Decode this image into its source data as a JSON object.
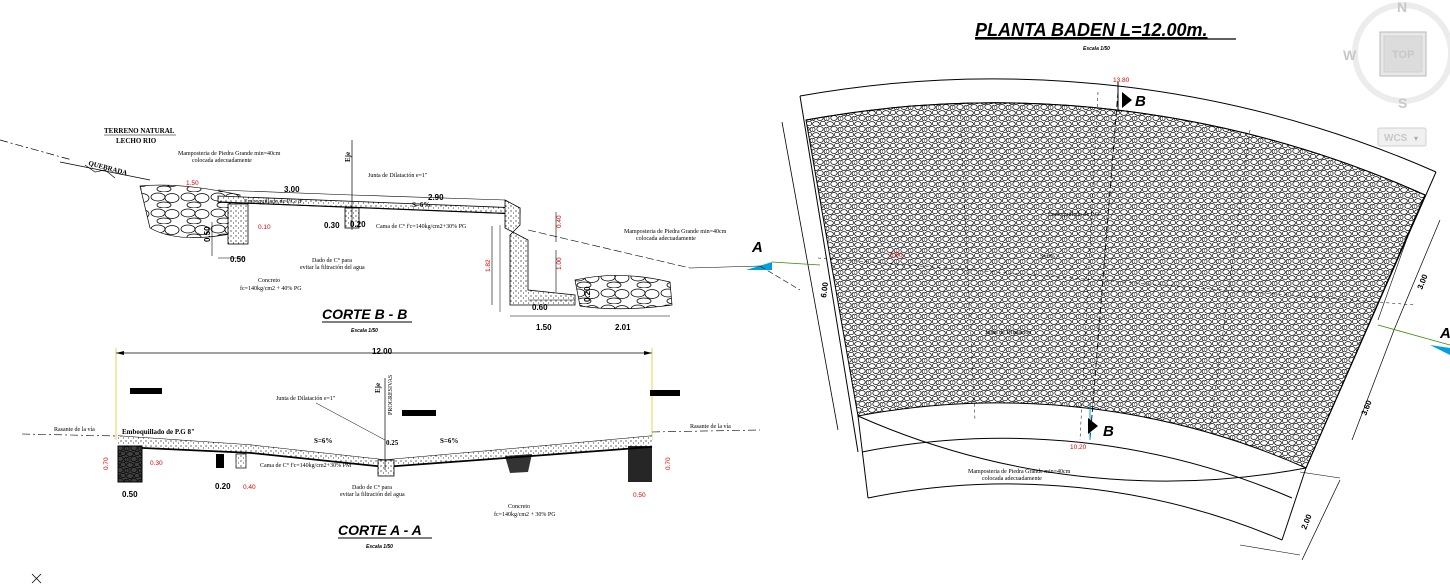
{
  "plan": {
    "title": "PLANTA BADEN L=12.00m.",
    "scale": "Escala 1/50",
    "dim_top": "13.80",
    "dim_bottom": "10.20",
    "dim_left": "6.00",
    "dim_right_a": "3.00",
    "dim_right_b": "3.60",
    "dim_corner": "2.00",
    "label_center": "6.00",
    "note": "Mamposteria de Piedra Grande min=40cm\ncolocada adecuadamente",
    "marker_b": "B",
    "marker_a": "A",
    "inner_a": "Emboquillado de P.G.",
    "inner_b": "Junta de Dilatación",
    "inner_c": "S=6%"
  },
  "section_b": {
    "title": "CORTE B - B",
    "scale": "Escala 1/50",
    "terreno": "TERRENO NATURAL",
    "lecho": "LECHO RIO",
    "quebrada": "QUEBRADA",
    "mamp_left": "Mamposteria de Piedra Grande min=40cm\ncolocada adecuadamente",
    "emboq": "Emboquillado de P.G. 8\"",
    "eje": "Eje",
    "junta": "Junta de Dilatación e=1\"",
    "slope1": "S=6%",
    "cama": "Cama de C° f'c=140kg/cm2+30% PG",
    "dado": "Dado de C° para\nevitar la filtración del agua",
    "concreto": "Concreto\nfc=140kg/cm2 + 40% PG",
    "mamp_right": "Mamposteria de Piedra Grande min=40cm\ncolocada adecuadamente",
    "marker": "A",
    "d_300": "3.00",
    "d_290": "2.90",
    "d_150": "1.50",
    "d_201": "2.01",
    "d_050": "0.50",
    "d_060": "0.60",
    "d_020": "0.20",
    "d_010": "0.10",
    "d_182": "1.82",
    "d_040": "0.40",
    "d_100": "1.00",
    "d_050b": "0.50",
    "d_020b": "0.20",
    "d_030": "0.30"
  },
  "section_a": {
    "title": "CORTE A - A",
    "scale": "Escala 1/50",
    "d_total": "12.00",
    "rasante_l": "Rasante de la vía",
    "rasante_r": "Rasante de la vía",
    "emboq": "Emboquillado de P.G 8\"",
    "junta": "Junta de Dilatación e=1\"",
    "eje": "Eje",
    "progresivas": "PROGRESIVAS",
    "slope_l": "S=6%",
    "slope_r": "S=6%",
    "mid": "0.25",
    "cama": "Cama de C° f'c=140kg/cm2+30% PM",
    "dado": "Dado de C° para\nevitar la filtración del agua",
    "concreto": "Concreto\nfc=140kg/cm2 + 30% PG",
    "d_050": "0.50",
    "d_070": "0.70",
    "d_030": "0.30",
    "d_020": "0.20",
    "d_040": "0.40",
    "d_050r": "0.50",
    "d_070r": "0.70"
  },
  "navigation": {
    "north": "N",
    "west": "W",
    "south": "S",
    "cube": "TOP",
    "wcs": "WCS"
  }
}
